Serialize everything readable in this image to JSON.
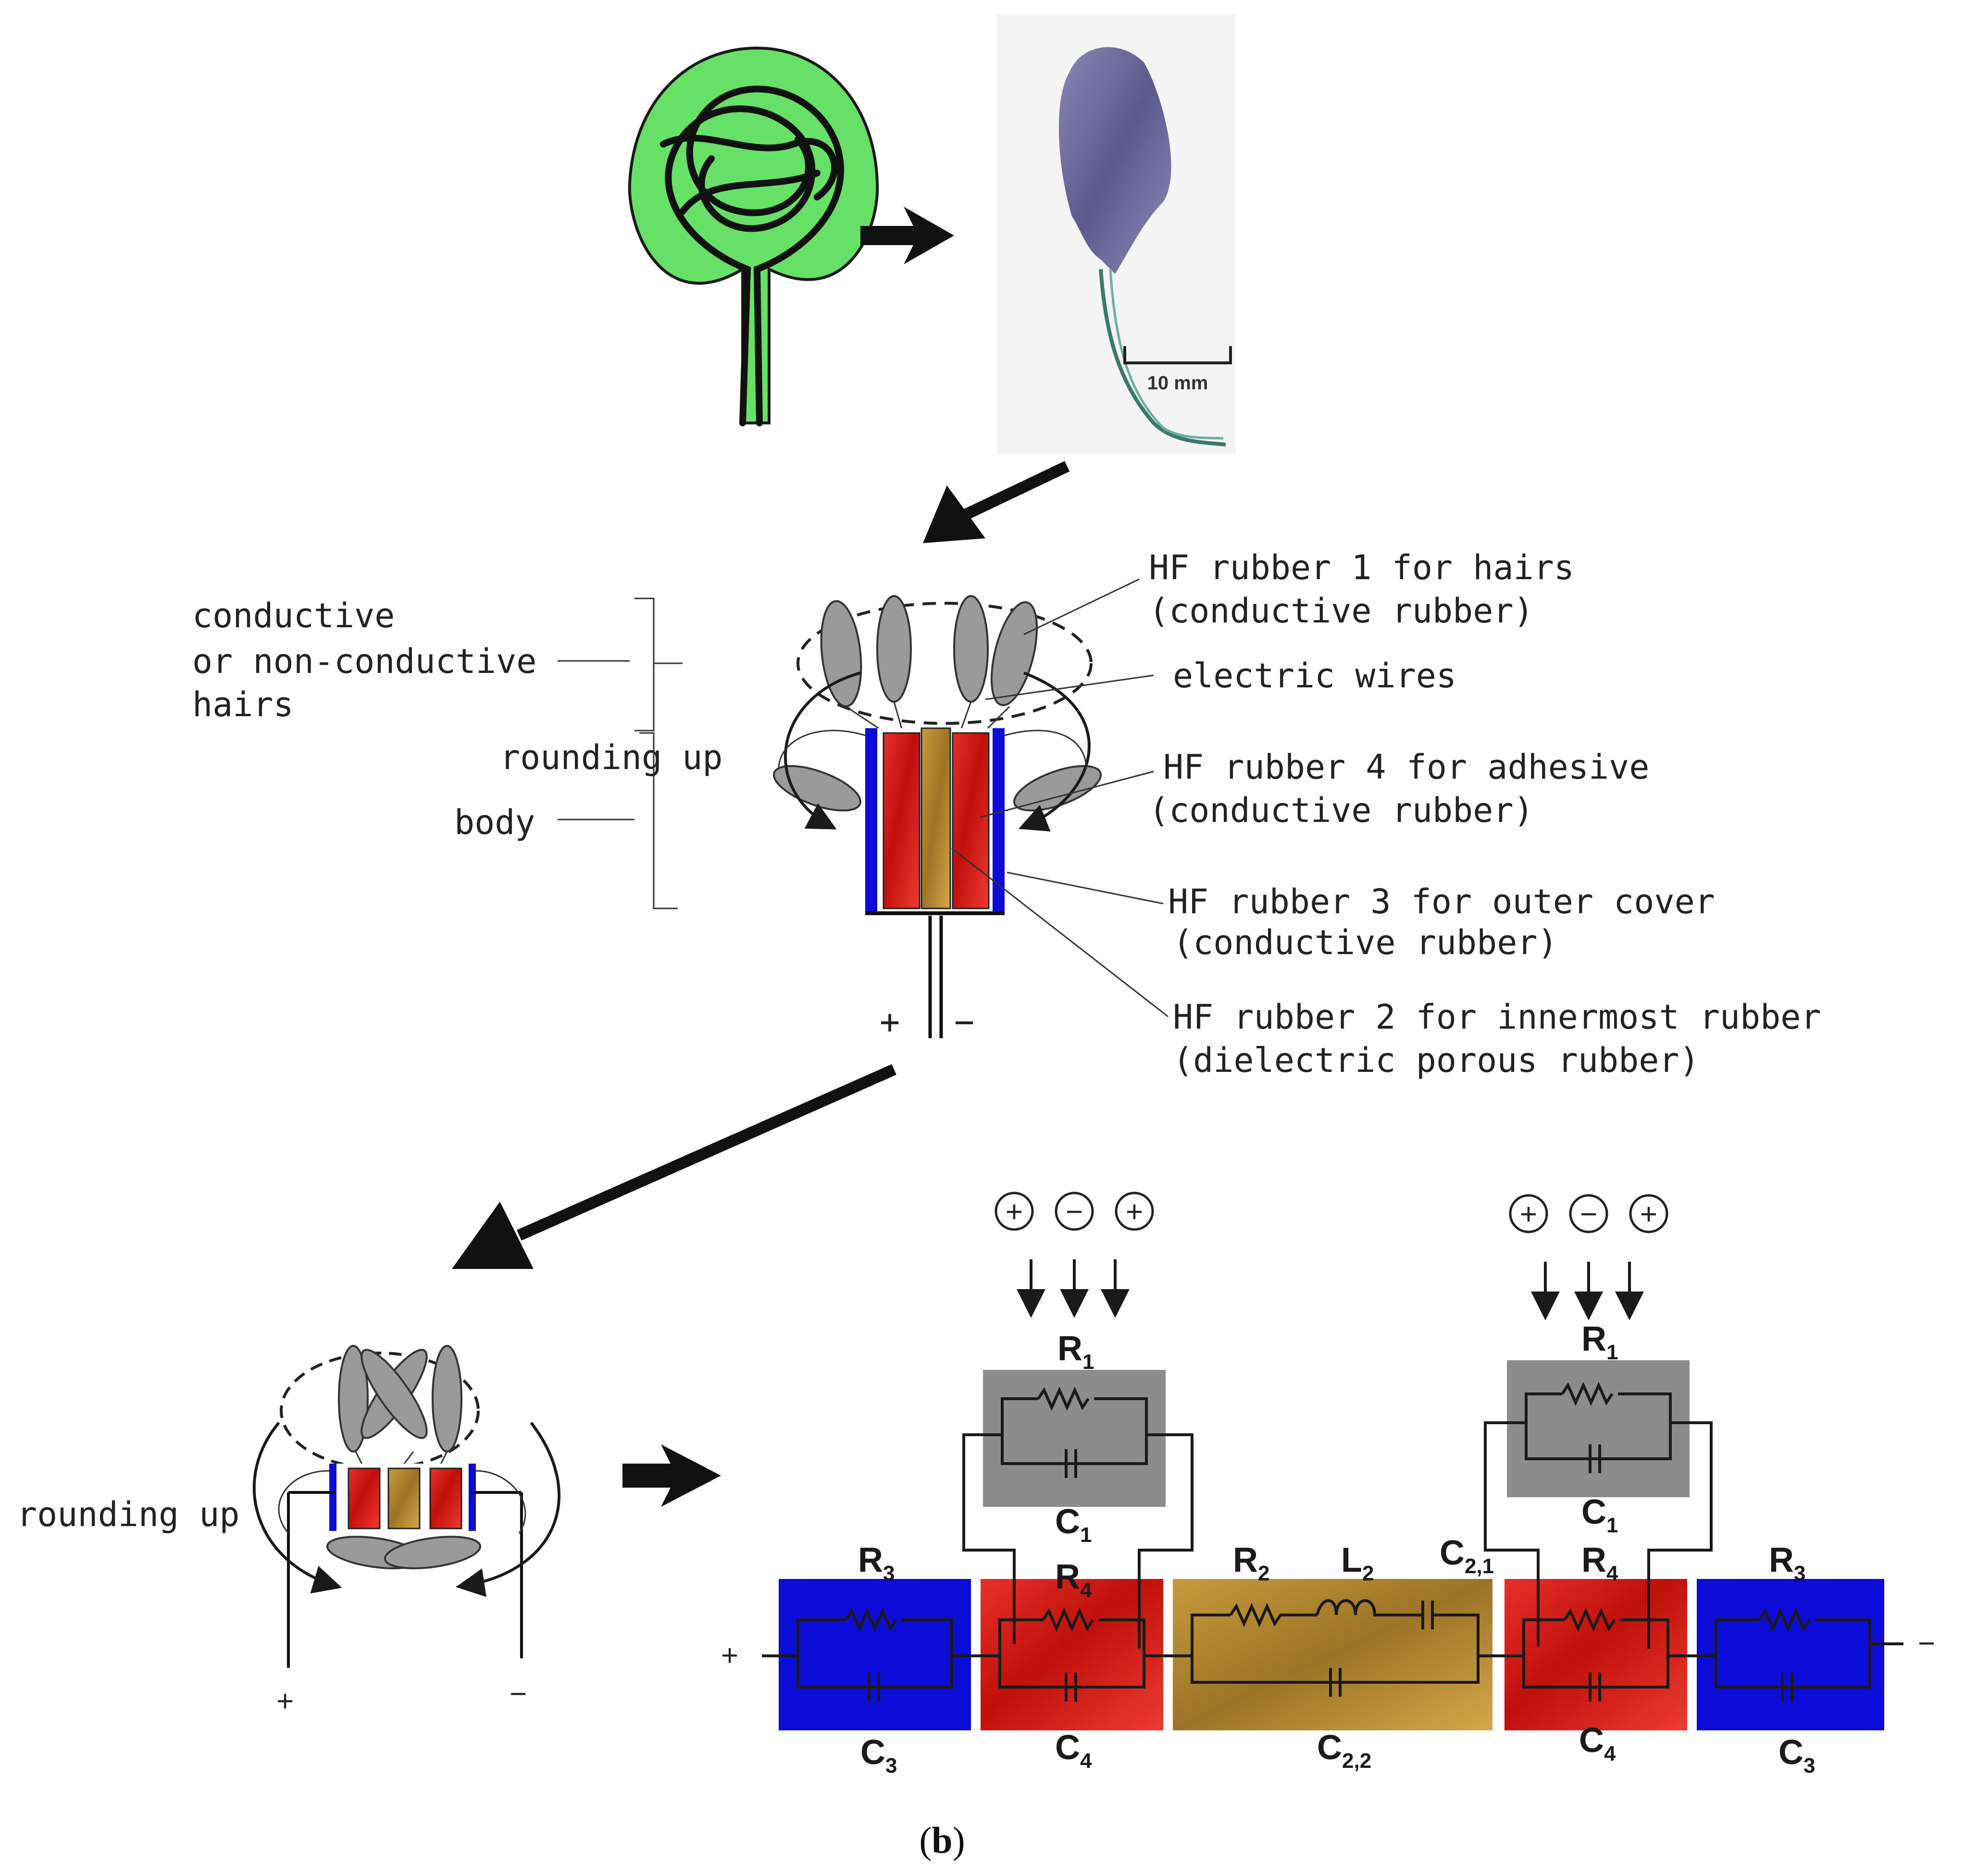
{
  "labels": {
    "scale_bar": "10 mm",
    "hairs_group": [
      "conductive",
      "or non-conductive",
      "hairs"
    ],
    "rounding_up": "rounding up",
    "body": "body",
    "hf1": [
      "HF rubber 1 for hairs",
      "(conductive rubber)"
    ],
    "wires": "electric wires",
    "hf4": [
      "HF rubber 4 for adhesive",
      "(conductive rubber)"
    ],
    "hf3": [
      "HF rubber 3 for outer cover",
      "(conductive rubber)"
    ],
    "hf2": [
      "HF rubber 2 for innermost rubber",
      "(dielectric porous rubber)"
    ],
    "plus": "+",
    "minus": "−",
    "rounding_up_2": "rounding up"
  },
  "circuit": {
    "charges": [
      "+",
      "−",
      "+"
    ],
    "R1": {
      "main": "R",
      "sub": "1"
    },
    "C1": {
      "main": "C",
      "sub": "1"
    },
    "R2": {
      "main": "R",
      "sub": "2"
    },
    "L2": {
      "main": "L",
      "sub": "2"
    },
    "C21": {
      "main": "C",
      "sub": "2,1"
    },
    "C22": {
      "main": "C",
      "sub": "2,2"
    },
    "R3": {
      "main": "R",
      "sub": "3"
    },
    "C3": {
      "main": "C",
      "sub": "3"
    },
    "R4": {
      "main": "R",
      "sub": "4"
    },
    "C4": {
      "main": "C",
      "sub": "4"
    },
    "plus": "+",
    "minus": "−"
  },
  "caption": {
    "open": "(",
    "letter": "b",
    "close": ")"
  },
  "colors": {
    "leaf_green": "#66e066",
    "photo_purple": "#6a6a9e",
    "hf_red": "#d81a14",
    "hf_gold": "#b08830",
    "hf_blue": "#0c0cd8",
    "hf_gray": "#8c8c8c"
  }
}
